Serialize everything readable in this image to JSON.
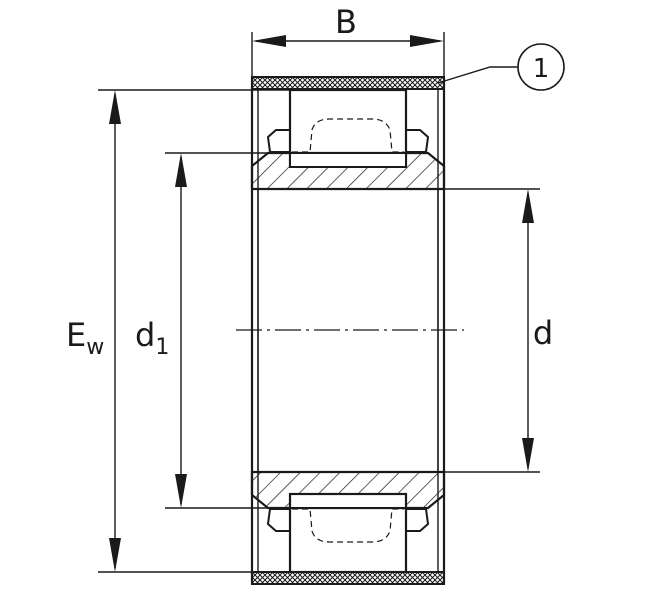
{
  "dimensions": {
    "width_label": "B",
    "outer_diameter_label": {
      "base": "E",
      "sub": "w"
    },
    "shoulder_diameter_label": {
      "base": "d",
      "sub": "1"
    },
    "bore_label": "d"
  },
  "callout": {
    "number": "1"
  }
}
